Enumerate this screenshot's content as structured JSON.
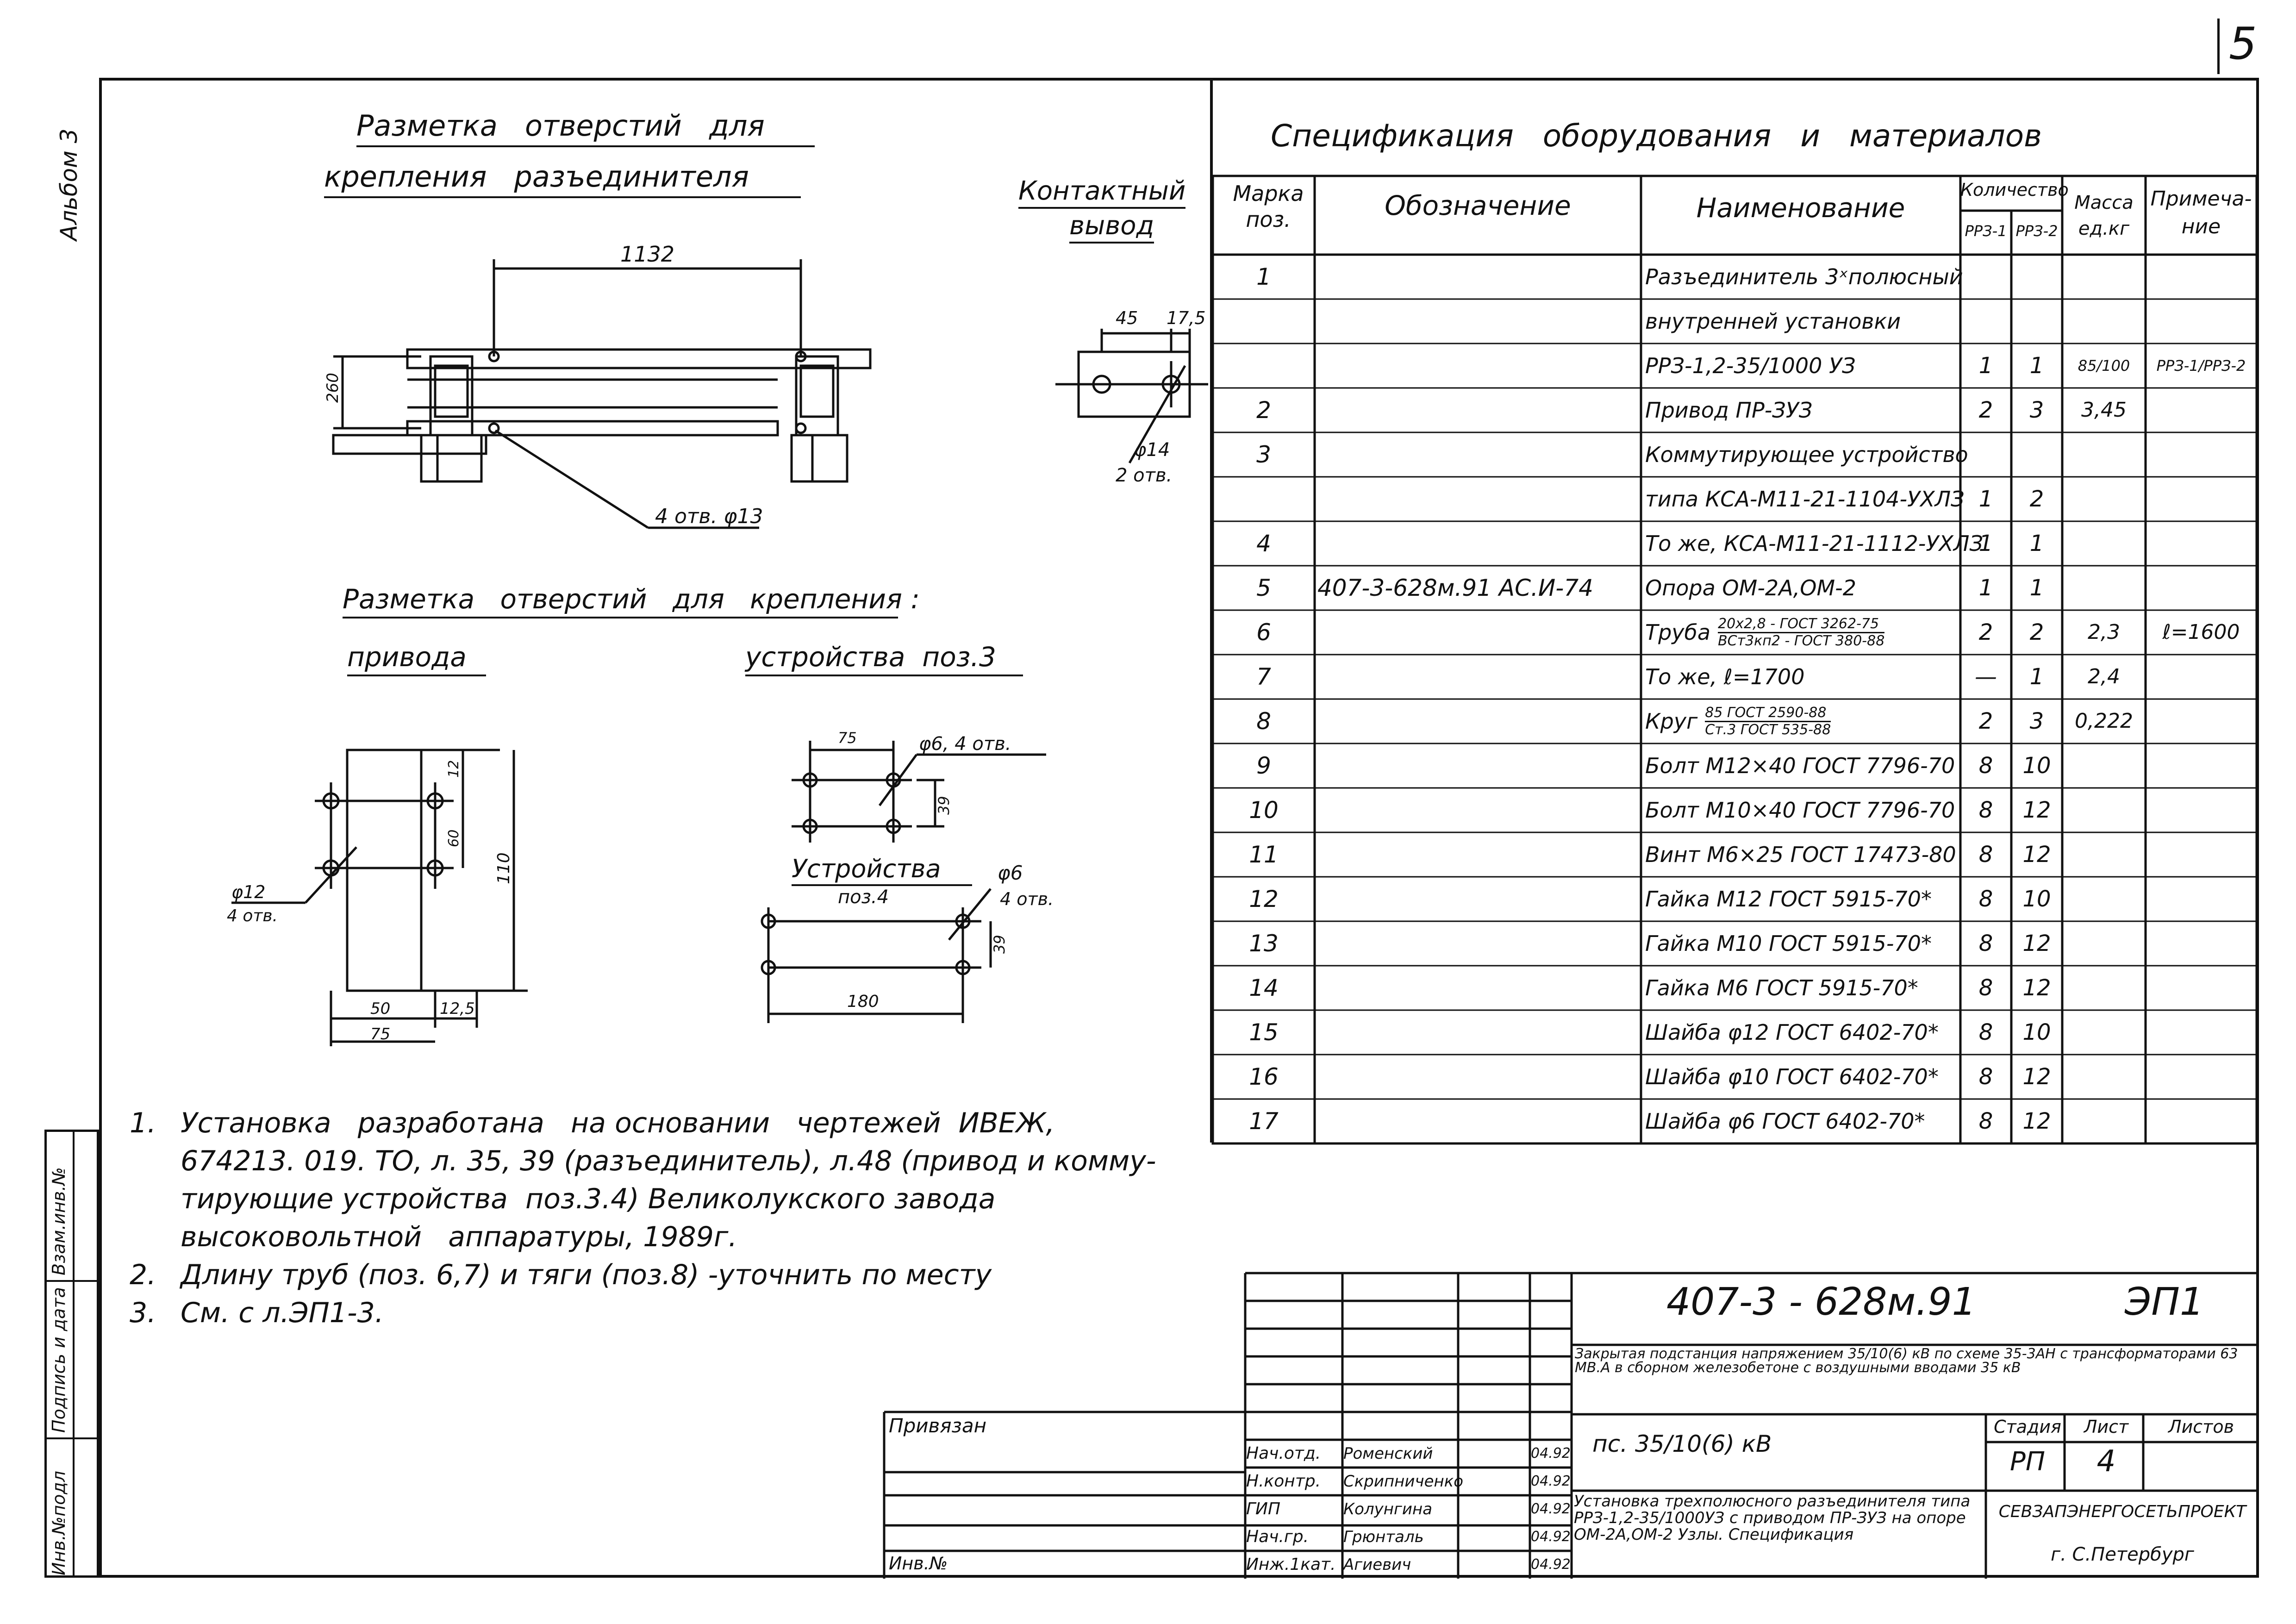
{
  "page_number": "5",
  "side_label": "Альбом 3",
  "left_stamp": {
    "cells": [
      "Инв.№подл",
      "Подпись и дата",
      "Взам.инв.№"
    ]
  },
  "drawing1": {
    "title_line1": "Разметка   отверстий   для",
    "title_line2": "крепления   разъединителя",
    "dim_width": "1132",
    "dim_height": "260",
    "holes_label": "4 отв. φ13"
  },
  "contact": {
    "title_line1": "Контактный",
    "title_line2": "вывод",
    "dim_a": "45",
    "dim_b": "17,5",
    "hole_label": "φ14",
    "hole_count": "2 отв."
  },
  "drawing2": {
    "title": "Разметка   отверстий   для   крепления :",
    "sub_left": "привода",
    "sub_right": "устройства  поз.3"
  },
  "drive": {
    "dim_top": "12",
    "dim_mid": "60",
    "dim_height": "110",
    "dim_w1": "50",
    "dim_w2": "12,5",
    "dim_total": "75",
    "hole_label": "φ12",
    "hole_count": "4 отв."
  },
  "device3": {
    "dim_top": "75",
    "hole_label": "φ6, 4 отв.",
    "dim_side": "39"
  },
  "device4": {
    "title": "Устройства",
    "sub": "поз.4",
    "hole_label": "φ6",
    "hole_count": "4 отв.",
    "dim_side": "39",
    "dim_width": "180"
  },
  "notes": [
    {
      "num": "1.",
      "lines": [
        "Установка   разработана   на основании   чертежей  ИВЕЖ,",
        "674213. 019. ТО, л. 35, 39 (разъединитель), л.48 (привод и комму-",
        "тирующие устройства  поз.3.4) Великолукского завода",
        "высоковольтной   аппаратуры, 1989г."
      ]
    },
    {
      "num": "2.",
      "lines": [
        "Длину труб (поз. 6,7) и тяги (поз.8) -уточнить по месту"
      ]
    },
    {
      "num": "3.",
      "lines": [
        "См. с л.ЭП1-3."
      ]
    }
  ],
  "spec": {
    "title": "Спецификация   оборудования   и   материалов",
    "headers": {
      "mark": [
        "Марка",
        "поз."
      ],
      "designation": "Обозначение",
      "name": "Наименование",
      "qty": "Количество",
      "qty1": "РРЗ-1",
      "qty2": "РРЗ-2",
      "mass": [
        "Масса",
        "ед.кг"
      ],
      "note": [
        "Примеча-",
        "ние"
      ]
    },
    "rows": [
      {
        "pos": "1",
        "des": "",
        "name": "Разъединитель 3ˣполюсный",
        "q1": "",
        "q2": "",
        "mass": "",
        "note": ""
      },
      {
        "pos": "",
        "des": "",
        "name": "внутренней  установки",
        "q1": "",
        "q2": "",
        "mass": "",
        "note": ""
      },
      {
        "pos": "",
        "des": "",
        "name": "РРЗ-1,2-35/1000 УЗ",
        "q1": "1",
        "q2": "1",
        "mass": "85/100",
        "note": "РРЗ-1/РРЗ-2"
      },
      {
        "pos": "2",
        "des": "",
        "name": "Привод ПР-ЗУЗ",
        "q1": "2",
        "q2": "3",
        "mass": "3,45",
        "note": ""
      },
      {
        "pos": "3",
        "des": "",
        "name": "Коммутирующее устройство",
        "q1": "",
        "q2": "",
        "mass": "",
        "note": ""
      },
      {
        "pos": "",
        "des": "",
        "name": "типа КСА-М11-21-1104-УХЛЗ",
        "q1": "1",
        "q2": "2",
        "mass": "",
        "note": ""
      },
      {
        "pos": "4",
        "des": "",
        "name": "То же, КСА-М11-21-1112-УХЛЗ",
        "q1": "1",
        "q2": "1",
        "mass": "",
        "note": ""
      },
      {
        "pos": "5",
        "des": "407-3-628м.91  АС.И-74",
        "name": "Опора  ОМ-2А,ОМ-2",
        "q1": "1",
        "q2": "1",
        "mass": "",
        "note": ""
      },
      {
        "pos": "6",
        "des": "",
        "name": "Труба",
        "name_top": "20х2,8 - ГОСТ 3262-75",
        "name_bot": "ВСт3кп2 - ГОСТ 380-88",
        "q1": "2",
        "q2": "2",
        "mass": "2,3",
        "note": "ℓ=1600"
      },
      {
        "pos": "7",
        "des": "",
        "name": "То же,  ℓ=1700",
        "q1": "—",
        "q2": "1",
        "mass": "2,4",
        "note": ""
      },
      {
        "pos": "8",
        "des": "",
        "name": "Круг",
        "name_top": "85  ГОСТ 2590-88",
        "name_bot": "Ст.3  ГОСТ 535-88",
        "q1": "2",
        "q2": "3",
        "mass": "0,222",
        "note": ""
      },
      {
        "pos": "9",
        "des": "",
        "name": "Болт М12×40   ГОСТ 7796-70",
        "q1": "8",
        "q2": "10",
        "mass": "",
        "note": ""
      },
      {
        "pos": "10",
        "des": "",
        "name": "Болт М10×40 ГОСТ 7796-70",
        "q1": "8",
        "q2": "12",
        "mass": "",
        "note": ""
      },
      {
        "pos": "11",
        "des": "",
        "name": "Винт М6×25 ГОСТ 17473-80",
        "q1": "8",
        "q2": "12",
        "mass": "",
        "note": ""
      },
      {
        "pos": "12",
        "des": "",
        "name": "Гайка М12 ГОСТ 5915-70*",
        "q1": "8",
        "q2": "10",
        "mass": "",
        "note": ""
      },
      {
        "pos": "13",
        "des": "",
        "name": "Гайка М10  ГОСТ 5915-70*",
        "q1": "8",
        "q2": "12",
        "mass": "",
        "note": ""
      },
      {
        "pos": "14",
        "des": "",
        "name": "Гайка М6  ГОСТ 5915-70*",
        "q1": "8",
        "q2": "12",
        "mass": "",
        "note": ""
      },
      {
        "pos": "15",
        "des": "",
        "name": "Шайба φ12  ГОСТ 6402-70*",
        "q1": "8",
        "q2": "10",
        "mass": "",
        "note": ""
      },
      {
        "pos": "16",
        "des": "",
        "name": "Шайба φ10  ГОСТ 6402-70*",
        "q1": "8",
        "q2": "12",
        "mass": "",
        "note": ""
      },
      {
        "pos": "17",
        "des": "",
        "name": "Шайба φ6  ГОСТ 6402-70*",
        "q1": "8",
        "q2": "12",
        "mass": "",
        "note": ""
      }
    ]
  },
  "title_block": {
    "code": "407-3 - 628м.91",
    "sheet_code": "ЭП1",
    "description": "Закрытая подстанция напряжением 35/10(6) кВ по схеме 35-3АН с трансформаторами 63 МВ.А в сборном железобетоне с воздушными вводами 35 кВ",
    "substation": "пс. 35/10(6) кВ",
    "stage_label": "Стадия",
    "sheet_label": "Лист",
    "sheets_label": "Листов",
    "stage": "РП",
    "sheet": "4",
    "sheets": "",
    "bound_label": "Привязан",
    "inv_label": "Инв.№",
    "drawing_name": "Установка трехполюсного разъединителя типа РРЗ-1,2-35/1000УЗ с приводом ПР-ЗУЗ на опоре ОМ-2А,ОМ-2 Узлы. Спецификация",
    "org": "СЕВЗАПЭНЕРГОСЕТЬПРОЕКТ",
    "city": "г. С.Петербург",
    "signers": [
      {
        "role": "Нач.отд.",
        "name": "Роменский",
        "date": "04.92"
      },
      {
        "role": "Н.контр.",
        "name": "Скрипниченко",
        "date": "04.92"
      },
      {
        "role": "ГИП",
        "name": "Колунгина",
        "date": "04.92"
      },
      {
        "role": "Нач.гр.",
        "name": "Грюнталь",
        "date": "04.92"
      },
      {
        "role": "Инж.1кат.",
        "name": "Агиевич",
        "date": "04.92"
      }
    ]
  }
}
